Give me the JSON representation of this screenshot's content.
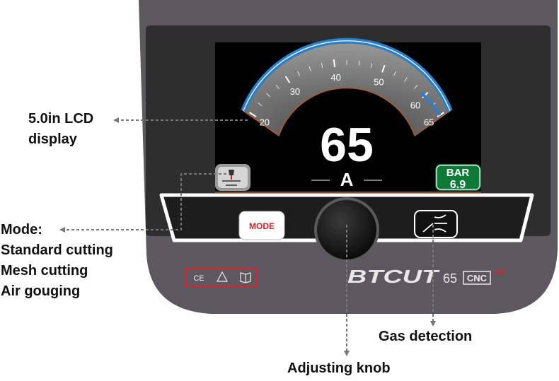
{
  "device": {
    "brand": "BTCUT",
    "model": "65",
    "model_badge": "CNC",
    "model_tag": "LGD",
    "certification_marks": [
      "CE",
      "warning",
      "manual"
    ]
  },
  "lcd": {
    "current_value": "65",
    "unit": "A",
    "gauge": {
      "min": 20,
      "max": 65,
      "value": 65,
      "tick_labels": [
        "20",
        "30",
        "40",
        "50",
        "60",
        "65"
      ]
    },
    "pressure": {
      "label": "BAR",
      "value": "6.9"
    }
  },
  "controls": {
    "mode_label": "MODE"
  },
  "callouts": {
    "lcd": [
      "5.0in LCD",
      "display"
    ],
    "mode": [
      "Mode:",
      "Standard cutting",
      "Mesh cutting",
      "Air gouging"
    ],
    "gas": "Gas detection",
    "knob": "Adjusting knob"
  },
  "colors": {
    "housing": "#5d5860",
    "panel": "#2e2e2e",
    "screen": "#000000",
    "gauge_blue": "#2b80c9",
    "badge_green": "#0f7a37",
    "accent_red": "#d8212a",
    "leader": "#777777"
  }
}
